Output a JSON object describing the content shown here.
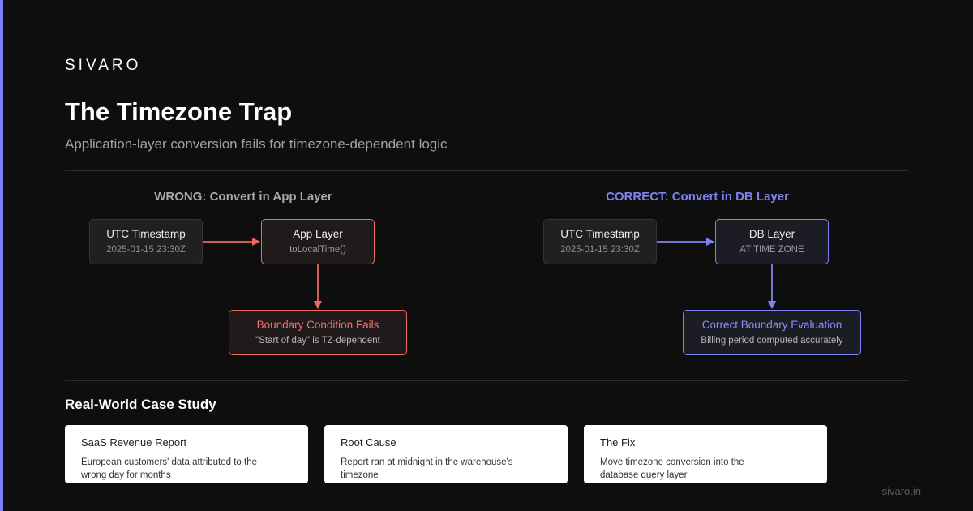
{
  "brand": "SIVARO",
  "title": "The Timezone Trap",
  "subtitle": "Application-layer conversion fails for timezone-dependent logic",
  "wrong": {
    "heading": "WRONG: Convert in App Layer",
    "source": {
      "title": "UTC Timestamp",
      "detail": "2025-01-15 23:30Z"
    },
    "layer": {
      "title": "App Layer",
      "detail": "toLocalTime()"
    },
    "result": {
      "title": "Boundary Condition Fails",
      "detail": "\"Start of day\" is TZ-dependent"
    }
  },
  "correct": {
    "heading": "CORRECT: Convert in DB Layer",
    "source": {
      "title": "UTC Timestamp",
      "detail": "2025-01-15 23:30Z"
    },
    "layer": {
      "title": "DB Layer",
      "detail": "AT TIME ZONE"
    },
    "result": {
      "title": "Correct Boundary Evaluation",
      "detail": "Billing period computed accurately"
    }
  },
  "case_study": {
    "heading": "Real-World Case Study",
    "cards": [
      {
        "title": "SaaS Revenue Report",
        "body": "European customers' data attributed to the wrong day for months"
      },
      {
        "title": "Root Cause",
        "body": "Report ran at midnight in the warehouse's timezone"
      },
      {
        "title": "The Fix",
        "body": "Move timezone conversion into the database query layer"
      }
    ]
  },
  "footer": "sivaro.in",
  "colors": {
    "accent": "#7b7ef5",
    "wrong": "#e96a61",
    "correct": "#7f83f2",
    "background": "#0e0e0f"
  }
}
